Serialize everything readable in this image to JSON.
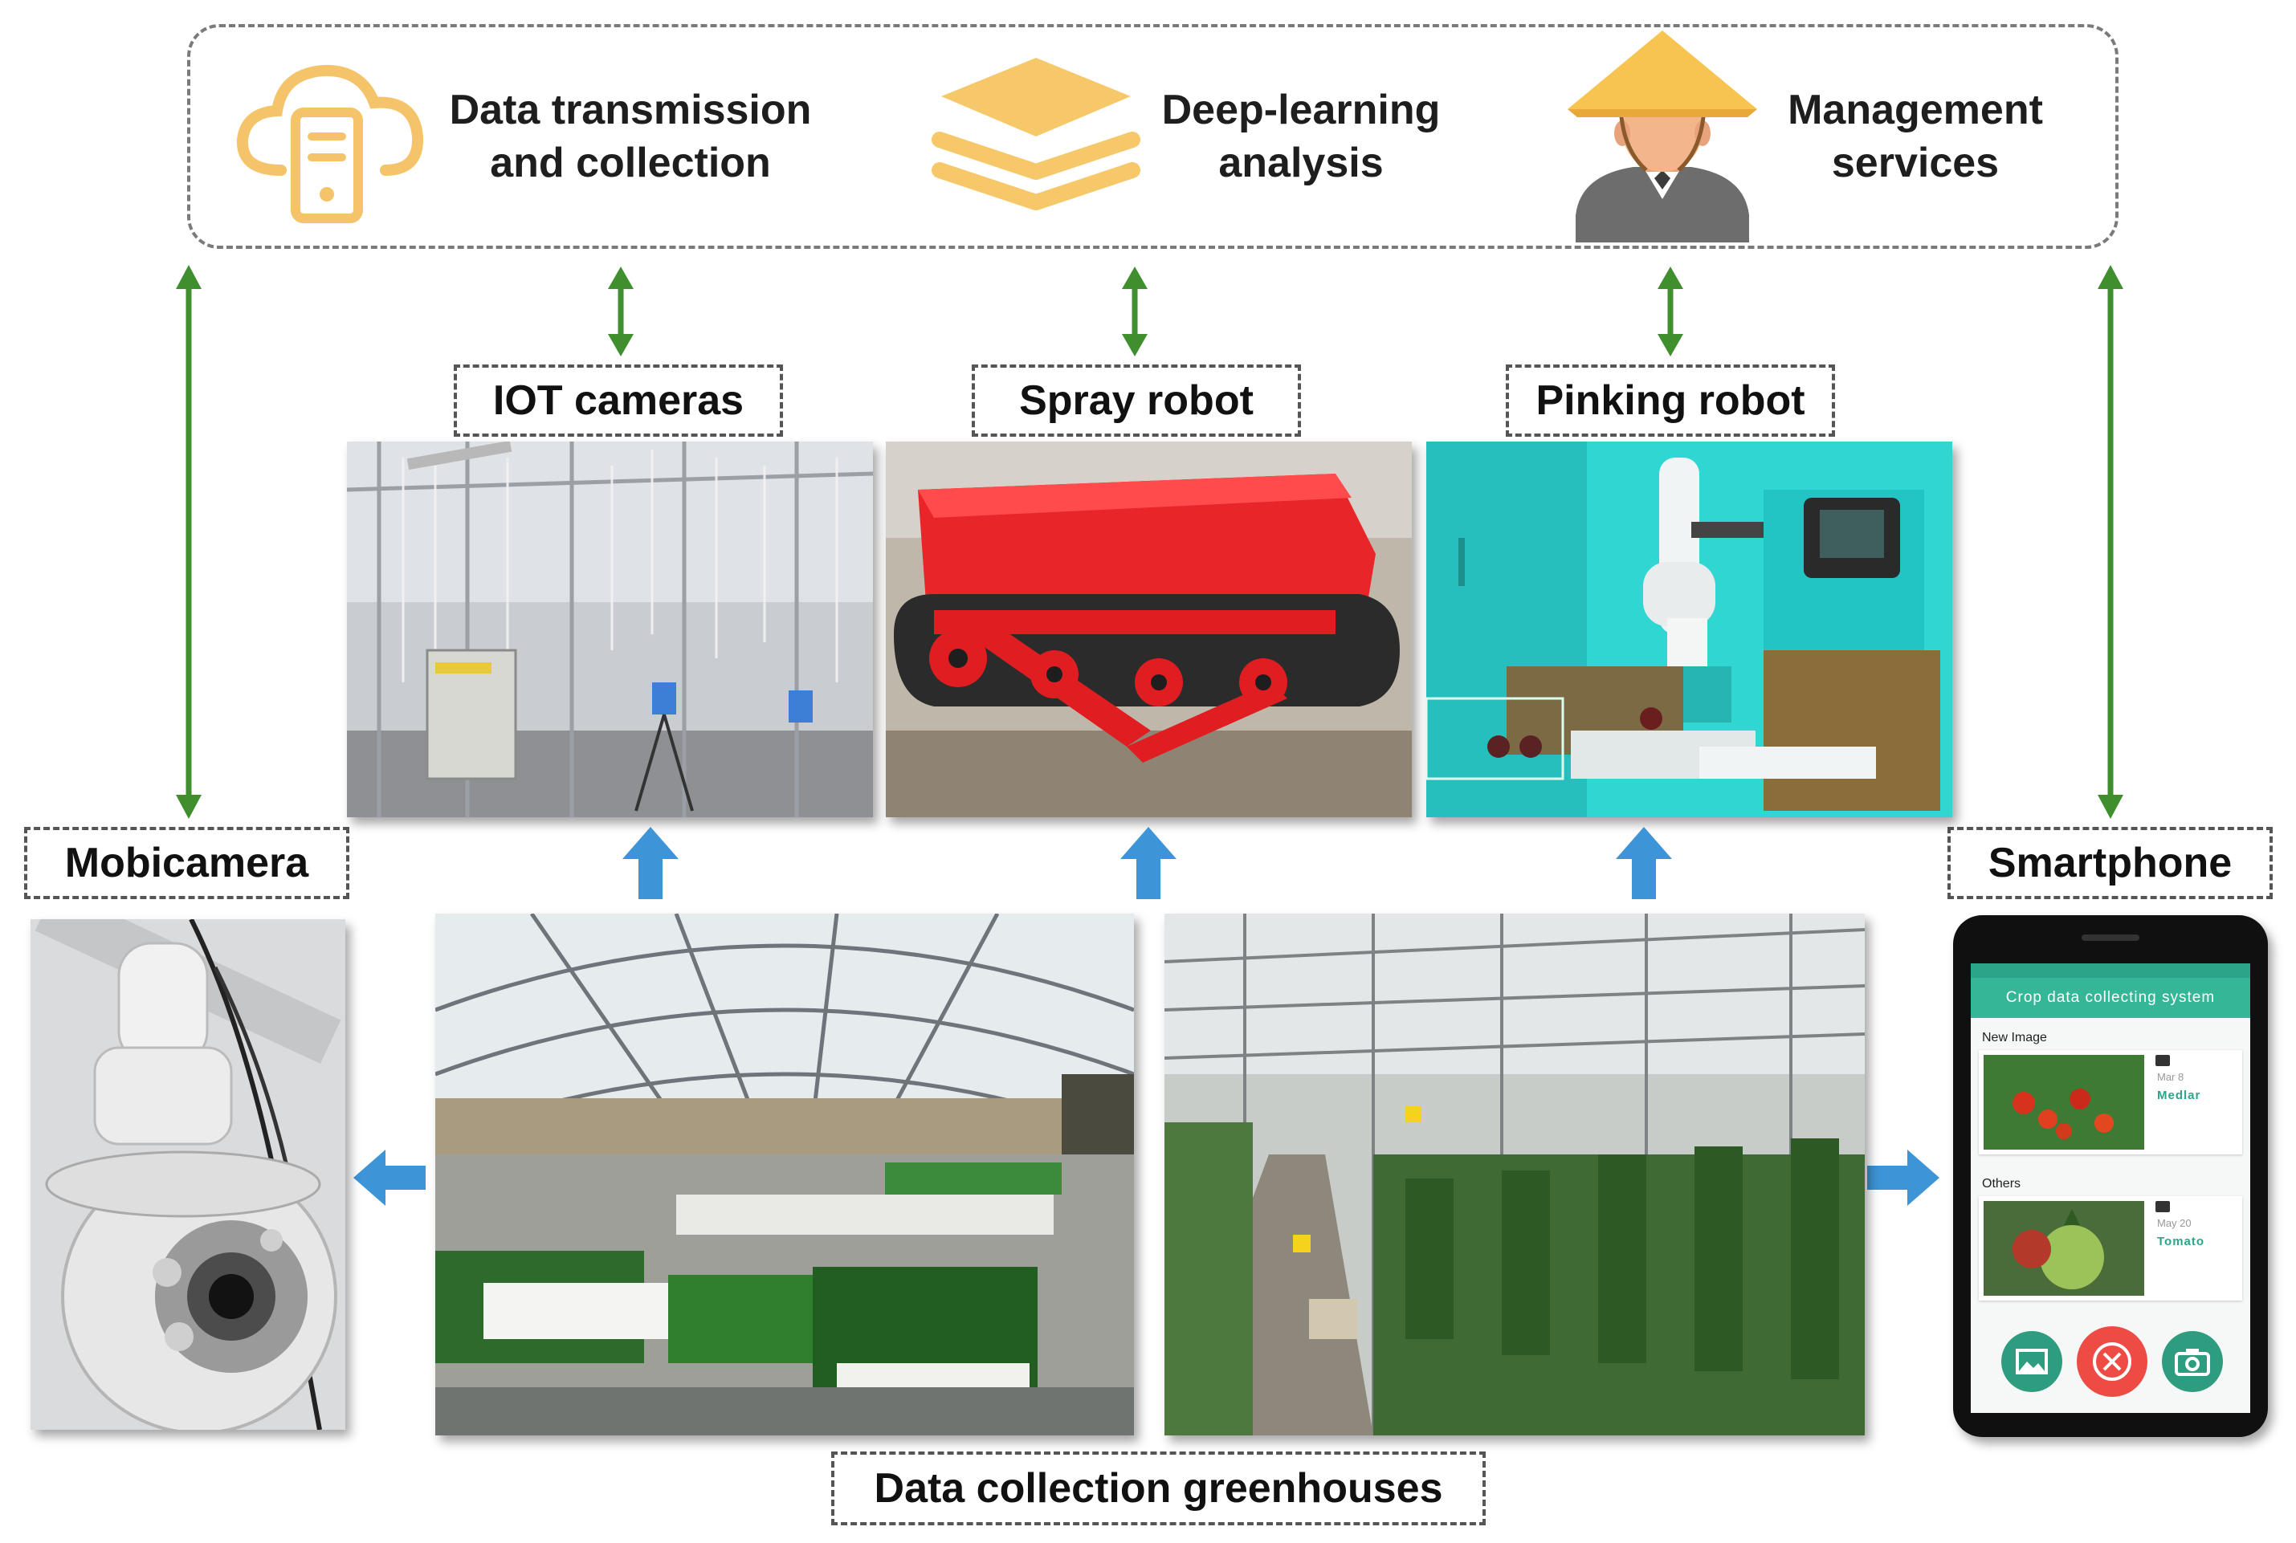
{
  "services": [
    {
      "label": "Data transmission\nand collection",
      "icon": "cloud-server-icon"
    },
    {
      "label": "Deep-learning\nanalysis",
      "icon": "layers-stack-icon"
    },
    {
      "label": "Management\nservices",
      "icon": "farmer-avatar-icon"
    }
  ],
  "devices": {
    "iot_cameras": "IOT cameras",
    "spray_robot": "Spray robot",
    "pinking_robot": "Pinking robot",
    "mobicamera": "Mobicamera",
    "smartphone": "Smartphone",
    "greenhouses": "Data collection greenhouses"
  },
  "phone": {
    "app_title": "Crop data collecting system",
    "section_new": "New Image",
    "section_others": "Others",
    "item1": {
      "date": "Mar 8",
      "label": "Medlar"
    },
    "item2": {
      "date": "May 20",
      "label": "Tomato"
    }
  },
  "colors": {
    "link_arrow": "#3f8f2f",
    "flow_arrow": "#3d94d6",
    "service_icon": "#f5c46a",
    "tag_border": "#555555"
  }
}
